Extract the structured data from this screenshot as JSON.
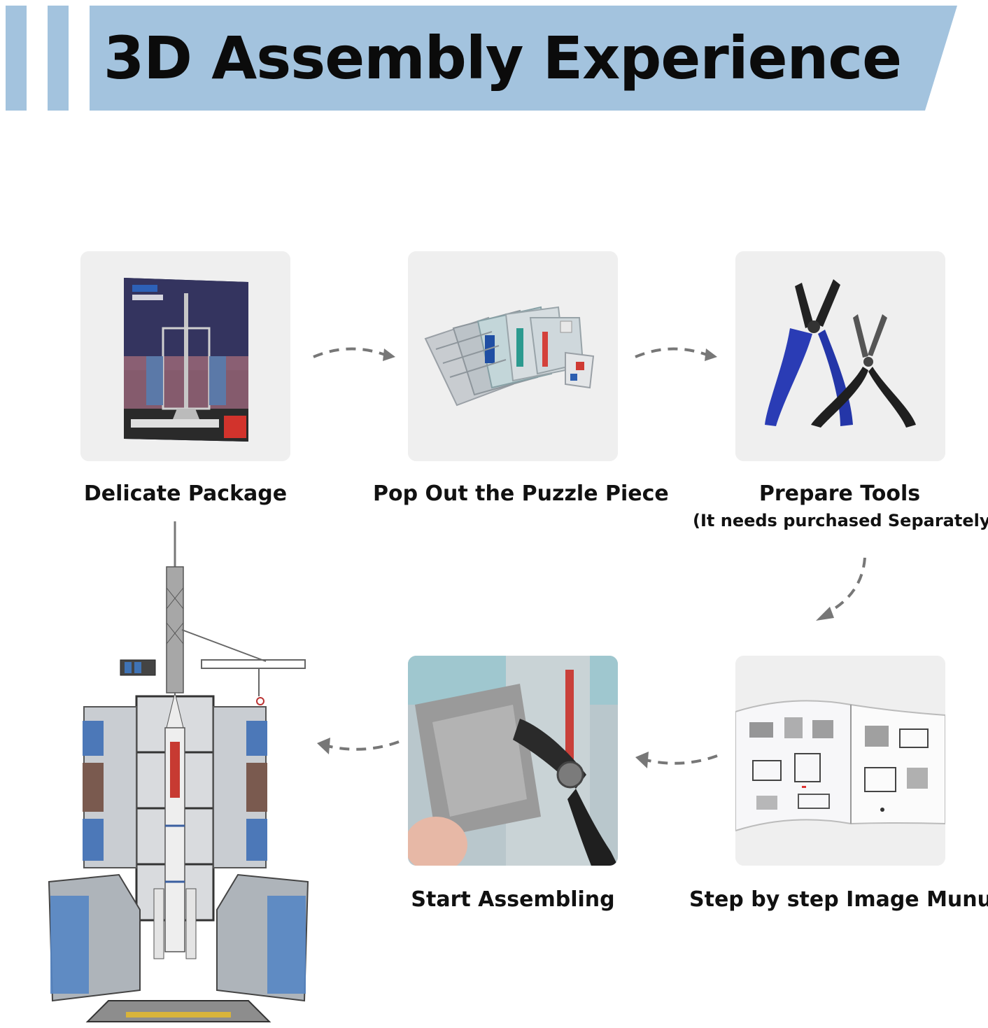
{
  "header": {
    "title": "3D Assembly Experience",
    "band_color": "#a3c3de"
  },
  "steps": [
    {
      "id": "package",
      "label": "Delicate Package"
    },
    {
      "id": "pop-out",
      "label": "Pop Out the Puzzle Piece"
    },
    {
      "id": "tools",
      "label": "Prepare Tools",
      "note": "(It needs purchased Separately)"
    },
    {
      "id": "manual",
      "label": "Step by step Image Munual"
    },
    {
      "id": "assembling",
      "label": "Start Assembling"
    }
  ],
  "arrow_color": "#777777",
  "product": "rocket-launch-tower-model"
}
